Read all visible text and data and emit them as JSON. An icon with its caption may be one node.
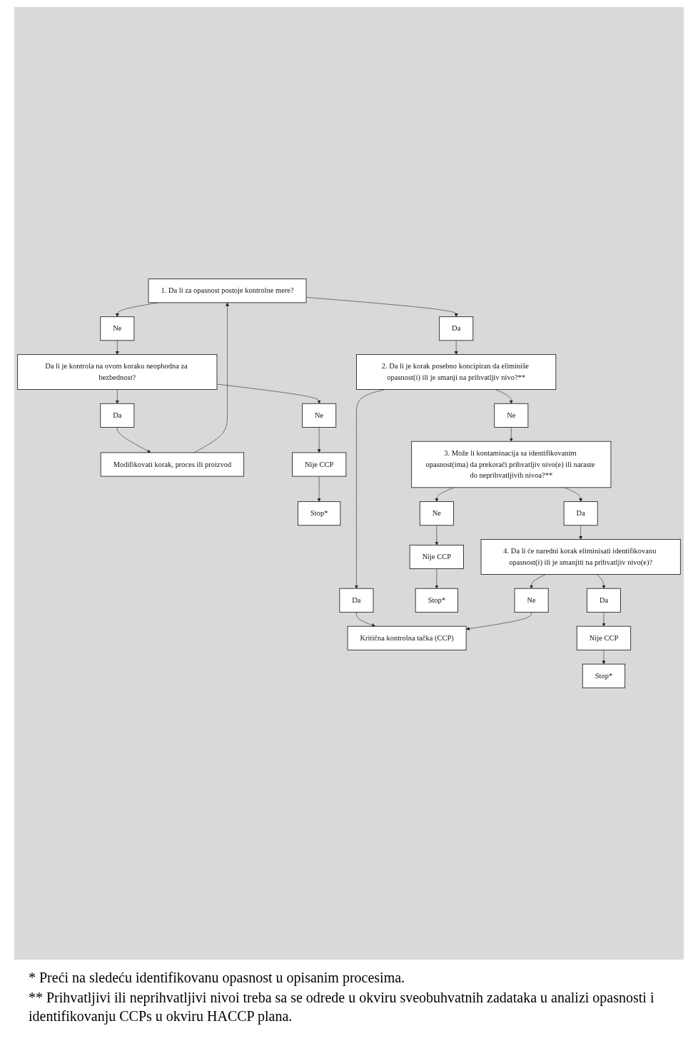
{
  "diagram": {
    "nodes": [
      {
        "text": [
          "1. Da li za opasnost postoje kontrolne mere?"
        ]
      },
      {
        "text": [
          "Da"
        ]
      },
      {
        "text": [
          "Ne"
        ]
      },
      {
        "text": [
          "Modifikovati korak, proces ili proizvod"
        ]
      },
      {
        "text": [
          "Da li je kontrola na ovom koraku neophodna za bezbednost?"
        ]
      },
      {
        "text": [
          "Da"
        ]
      },
      {
        "text": [
          "Ne"
        ]
      },
      {
        "text": [
          "Nije CCP"
        ]
      },
      {
        "text": [
          "Stop*"
        ]
      },
      {
        "text": [
          "2. Da li je korak posebno koncipiran da eliminiše opasnost(i) ili je smanji na prihvatljiv nivo?**"
        ]
      },
      {
        "text": [
          "Da"
        ]
      },
      {
        "text": [
          "Ne"
        ]
      },
      {
        "text": [
          "3. Može li kontaminacija sa identifikovanim opasnost(ima) da prekorači prihvatljiv nivo(e) ili naraste do neprihvatljivih nivoa?**"
        ]
      },
      {
        "text": [
          "Da"
        ]
      },
      {
        "text": [
          "Ne"
        ]
      },
      {
        "text": [
          "Nije CCP"
        ]
      },
      {
        "text": [
          "Stop*"
        ]
      },
      {
        "text": [
          "4. Da li će naredni korak eliminisati identifikovanu opasnost(i) ili je smanjiti na prihvatljiv nivo(e)?"
        ]
      },
      {
        "text": [
          "Da"
        ]
      },
      {
        "text": [
          "Ne"
        ]
      },
      {
        "text": [
          "Kritična kontrolna tačka (CCP)"
        ]
      },
      {
        "text": [
          "Nije CCP"
        ]
      },
      {
        "text": [
          "Stop*"
        ]
      }
    ],
    "edges": [
      {
        "from": 0,
        "to": 1,
        "arrow": "to"
      },
      {
        "from": 0,
        "to": 2,
        "arrow": "to"
      },
      {
        "from": 2,
        "to": 4,
        "arrow": "to"
      },
      {
        "from": 4,
        "to": 5,
        "arrow": "to"
      },
      {
        "from": 5,
        "to": 3,
        "arrow": "to"
      },
      {
        "from": 3,
        "to": 0,
        "arrow": "to"
      },
      {
        "from": 4,
        "to": 6,
        "arrow": "to"
      },
      {
        "from": 6,
        "to": 7,
        "arrow": "to"
      },
      {
        "from": 7,
        "to": 8,
        "arrow": "to"
      },
      {
        "from": 1,
        "to": 9,
        "arrow": "to"
      },
      {
        "from": 9,
        "to": 10,
        "arrow": "to"
      },
      {
        "from": 10,
        "to": 20,
        "arrow": "to"
      },
      {
        "from": 9,
        "to": 11,
        "arrow": "to"
      },
      {
        "from": 11,
        "to": 12,
        "arrow": "to"
      },
      {
        "from": 12,
        "to": 13,
        "arrow": "to"
      },
      {
        "from": 12,
        "to": 14,
        "arrow": "to"
      },
      {
        "from": 14,
        "to": 15,
        "arrow": "to"
      },
      {
        "from": 15,
        "to": 16,
        "arrow": "to"
      },
      {
        "from": 13,
        "to": 17,
        "arrow": "to"
      },
      {
        "from": 17,
        "to": 18,
        "arrow": "to"
      },
      {
        "from": 17,
        "to": 19,
        "arrow": "to"
      },
      {
        "from": 19,
        "to": 20,
        "arrow": "to"
      },
      {
        "from": 18,
        "to": 21,
        "arrow": "to"
      },
      {
        "from": 21,
        "to": 22,
        "arrow": "to"
      }
    ],
    "labels": [
      "* Preći na sledeću identifikovanu opasnost u opisanim procesima.",
      "** Prihvatljivi ili neprihvatljivi nivoi treba sa se odrede u okviru sveobuhvatnih zadataka u analizi opasnosti i identifikovanju CCPs u okviru HACCP plana."
    ]
  }
}
